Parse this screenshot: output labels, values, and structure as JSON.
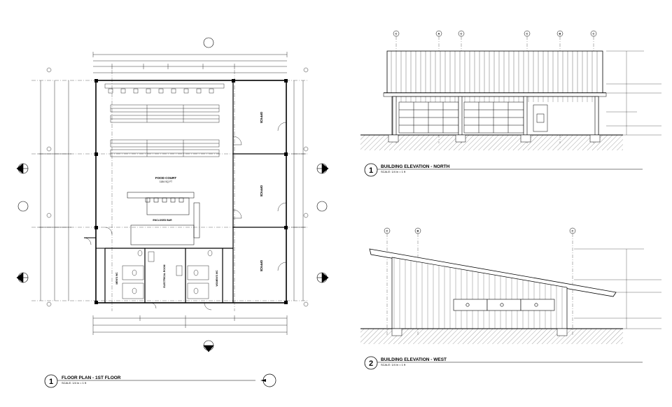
{
  "drawings": [
    {
      "number": "1",
      "title": "FLOOR PLAN - 1ST FLOOR",
      "scale": "SCALE: 1/4 in = 1 ft"
    },
    {
      "number": "1",
      "title": "BUILDING ELEVATION - NORTH",
      "scale": "SCALE: 1/4 in = 1 ft"
    },
    {
      "number": "2",
      "title": "BUILDING ELEVATION - WEST",
      "scale": "SCALE: 1/4 in = 1 ft"
    }
  ],
  "floor_plan": {
    "rooms": {
      "food_court": "FOOD COURT",
      "food_court_area": "1184 SQ FT",
      "enclosed_bar": "ENCLOSED BAR",
      "office": "OFFICE",
      "mens_wc": "MEN'S WC",
      "electrical_room": "ELECTRICAL ROOM",
      "womens_wc": "WOMEN'S WC"
    }
  },
  "elevation_north": {
    "grid_labels": [
      "C",
      "A",
      "C",
      "C",
      "B",
      "C"
    ]
  },
  "elevation_west": {
    "grid_labels": [
      "C",
      "B",
      "C"
    ]
  }
}
